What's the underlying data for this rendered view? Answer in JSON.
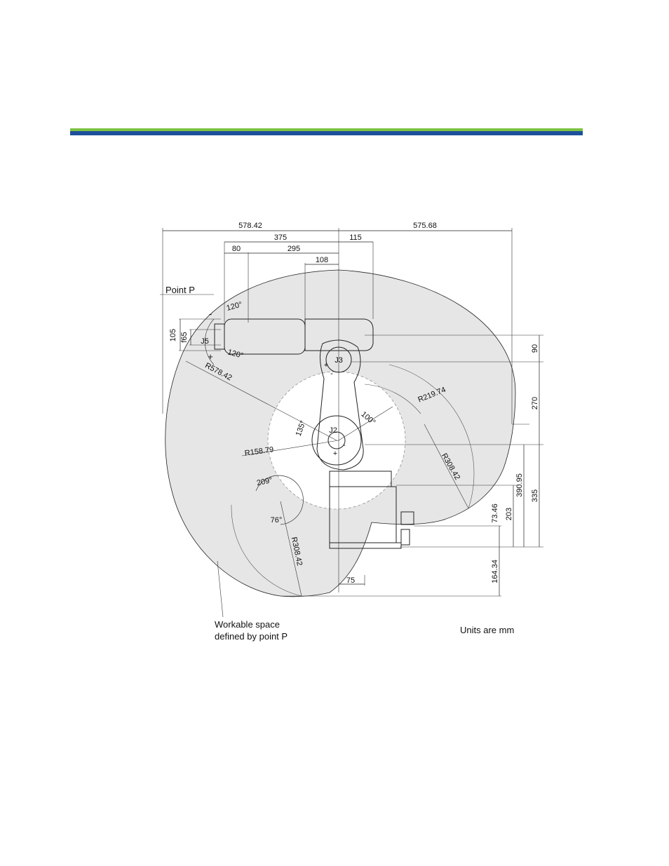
{
  "colors": {
    "header_green": "#7cc242",
    "header_blue": "#1d4f9c",
    "work_area": "#e6e6e6",
    "line": "#222222"
  },
  "top_dims": {
    "total_left": "578.42",
    "total_right": "575.68",
    "d375": "375",
    "d115": "115",
    "d80": "80",
    "d295": "295",
    "d108": "108"
  },
  "right_dims": {
    "d90": "90",
    "d270": "270",
    "d335": "335",
    "d390_95": "390.95",
    "d203": "203",
    "d73_46": "73.46",
    "d164_34": "164.34"
  },
  "left_dims": {
    "d105": "105",
    "d65": "f65"
  },
  "bottom_dims": {
    "d75": "75"
  },
  "radii": {
    "r578": "R578.42",
    "r219": "R219.74",
    "r158": "R158.79",
    "r308_a": "R308.42",
    "r308_b": "R308.42"
  },
  "angles": {
    "a120_top": "120°",
    "a120_bot": "120°",
    "a135": "135°",
    "a100": "100°",
    "a209": "209°",
    "a76": "76°"
  },
  "joints": {
    "j2": "J2",
    "j3": "J3",
    "j5": "J5"
  },
  "signs": {
    "minus": "-",
    "plus": "+"
  },
  "labels": {
    "point_p": "Point P",
    "workable_line1": "Workable space",
    "workable_line2": "defined by point P",
    "units": "Units are mm"
  }
}
